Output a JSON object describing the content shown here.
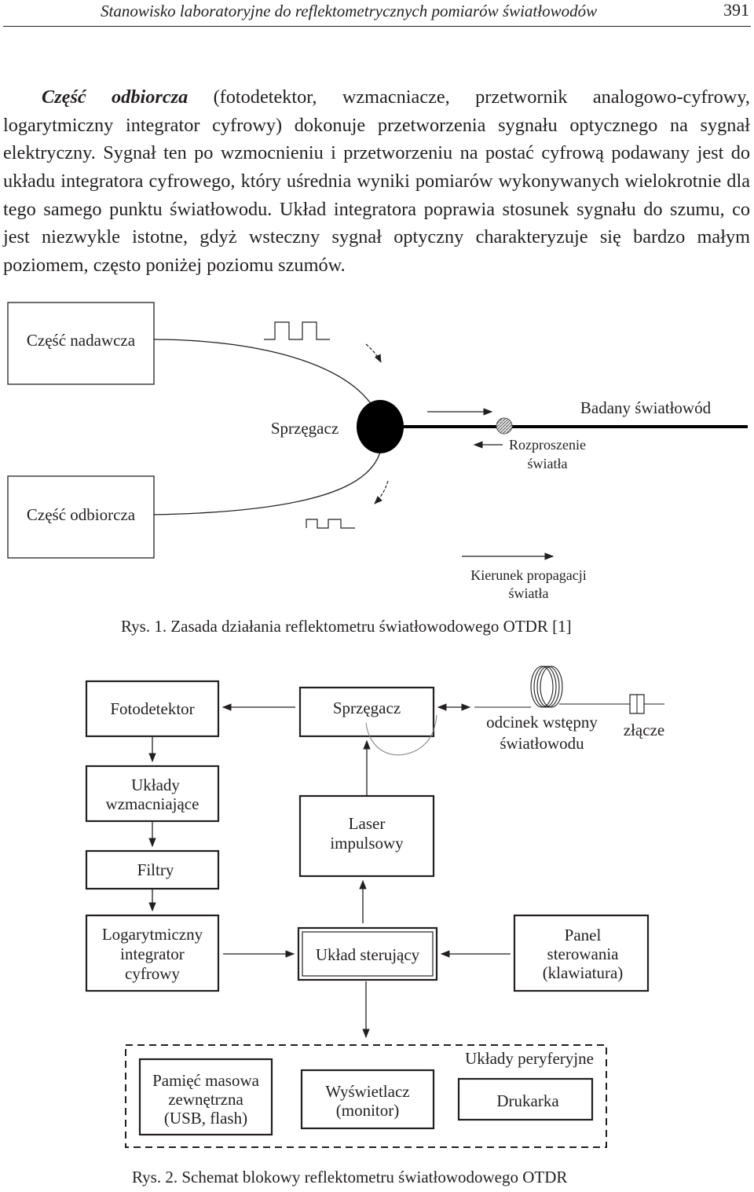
{
  "header": {
    "title": "Stanowisko laboratoryjne do reflektometrycznych pomiarów światłowodów",
    "page_number": "391"
  },
  "paragraph": {
    "lead": "Część odbiorcza",
    "body": " (fotodetektor, wzmacniacze, przetwornik analogowo-cyfrowy, logarytmiczny integrator cyfrowy) dokonuje przetworzenia sygnału optycznego na sygnał elektryczny. Sygnał ten po wzmocnieniu i przetworzeniu na postać cyfrową podawany jest do układu integratora cyfrowego, który uśrednia wyniki pomiarów wykonywanych wielokrotnie dla tego samego punktu światłowodu. Układ integratora poprawia stosunek sygnału do szumu, co jest niezwykle istotne, gdyż wsteczny sygnał optyczny charakteryzuje się bardzo małym poziomem, często poniżej poziomu szumów."
  },
  "figure1": {
    "transmitter": "Część nadawcza",
    "receiver": "Część odbiorcza",
    "coupler": "Sprzęgacz",
    "fiber": "Badany światłowód",
    "scattering_line1": "Rozproszenie",
    "scattering_line2": "światła",
    "direction_line1": "Kierunek propagacji",
    "direction_line2": "światła",
    "caption": "Rys. 1. Zasada działania reflektometru światłowodowego OTDR [1]"
  },
  "figure2": {
    "photodetector": "Fotodetektor",
    "coupler": "Sprzęgacz",
    "fiber_section_line1": "odcinek wstępny",
    "fiber_section_line2": "światłowodu",
    "connector": "złącze",
    "amplifiers_line1": "Układy",
    "amplifiers_line2": "wzmacniające",
    "laser_line1": "Laser",
    "laser_line2": "impulsowy",
    "filters": "Filtry",
    "integrator_line1": "Logarytmiczny",
    "integrator_line2": "integrator",
    "integrator_line3": "cyfrowy",
    "control_unit": "Układ sterujący",
    "panel_line1": "Panel",
    "panel_line2": "sterowania",
    "panel_line3": "(klawiatura)",
    "peripherals": "Układy peryferyjne",
    "memory_line1": "Pamięć masowa",
    "memory_line2": "zewnętrzna",
    "memory_line3": "(USB, flash)",
    "display_line1": "Wyświetlacz",
    "display_line2": "(monitor)",
    "printer": "Drukarka",
    "caption": "Rys. 2. Schemat blokowy reflektometru światłowodowego OTDR"
  }
}
